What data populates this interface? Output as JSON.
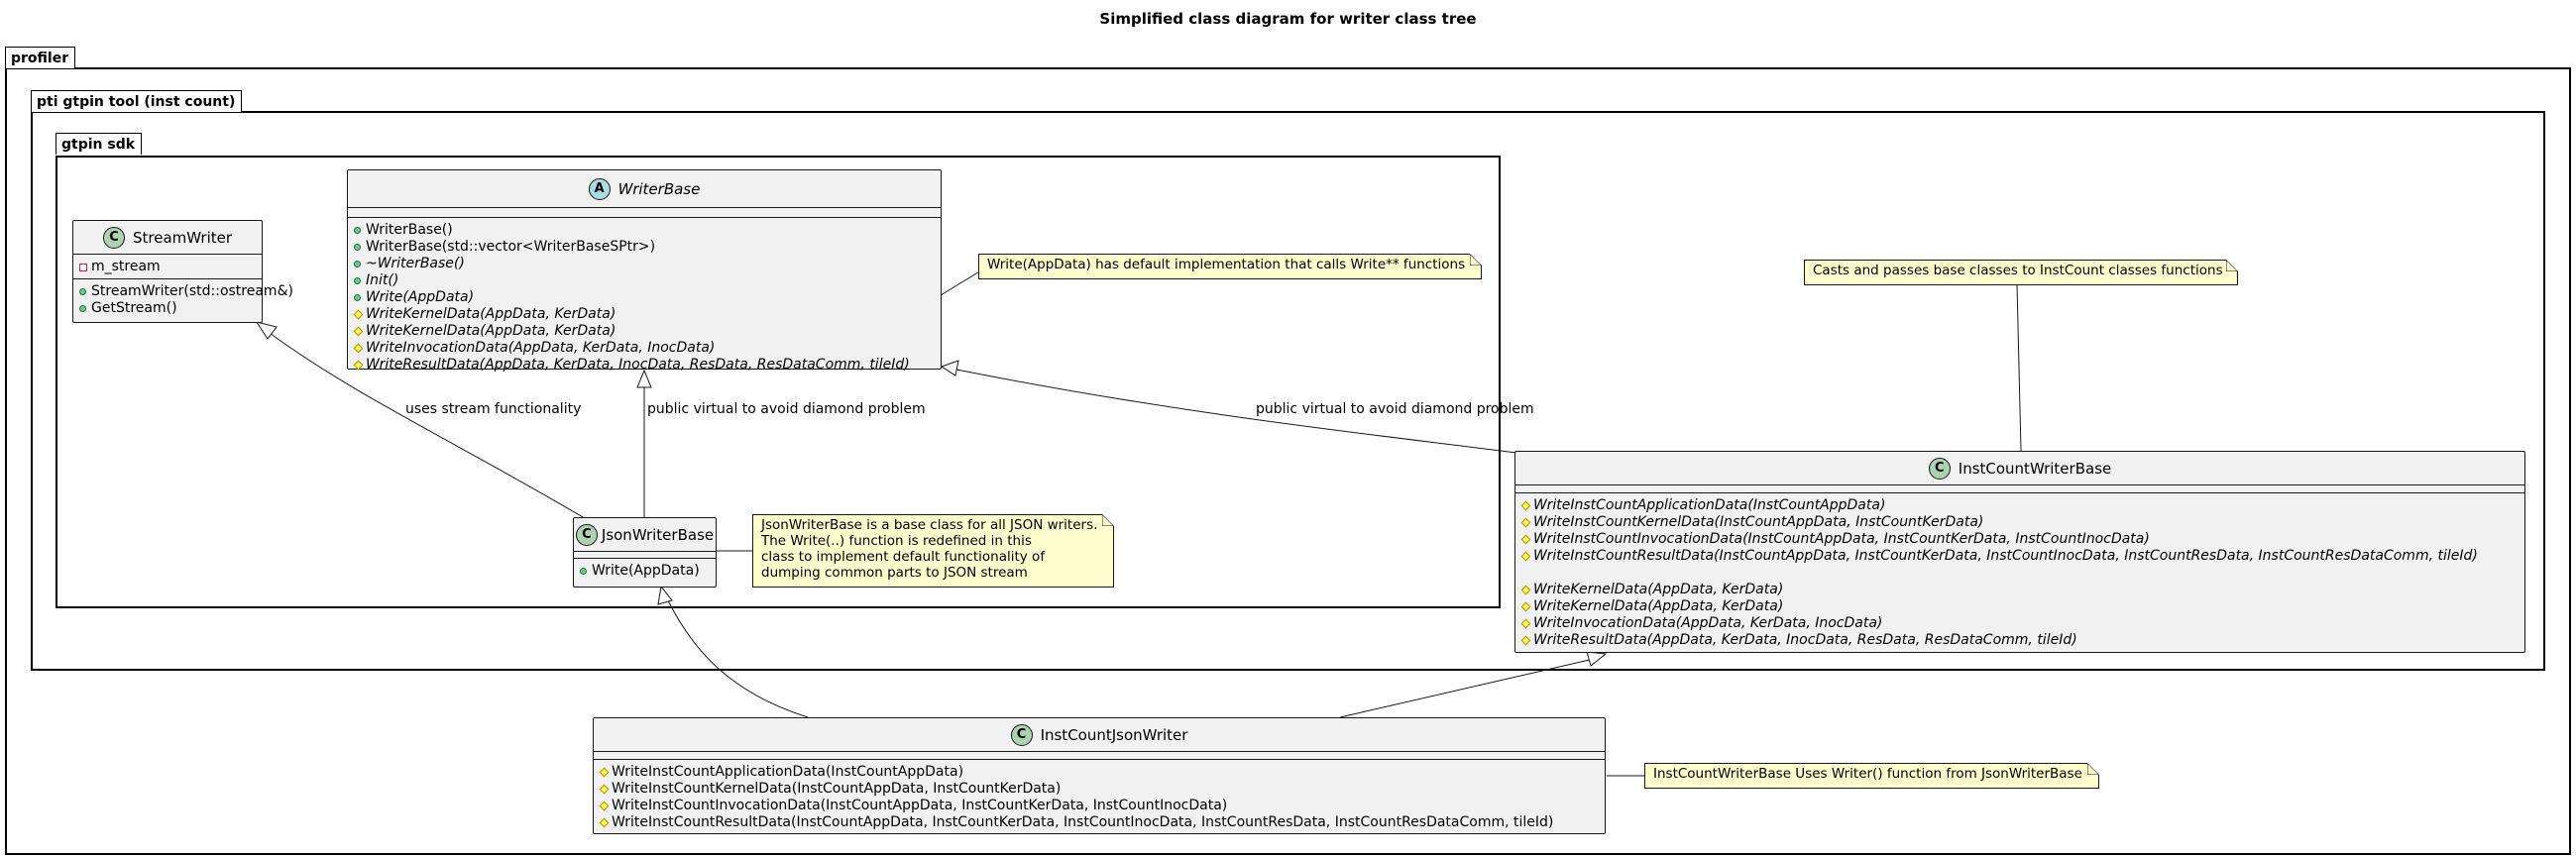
{
  "diagram": {
    "title": "Simplified class diagram for writer class tree",
    "packages": {
      "profiler": "profiler",
      "tool": "pti gtpin tool (inst count)",
      "sdk": "gtpin sdk"
    },
    "classes": {
      "stream_writer": {
        "name": "StreamWriter",
        "badge": "C",
        "fields": [
          {
            "vis": "private",
            "text": "m_stream"
          }
        ],
        "methods": [
          {
            "vis": "public",
            "text": "StreamWriter(std::ostream&)"
          },
          {
            "vis": "public",
            "text": "GetStream()"
          }
        ]
      },
      "writer_base": {
        "name": "WriterBase",
        "badge": "A",
        "methods": [
          {
            "vis": "public",
            "text": "WriterBase()",
            "italic": false
          },
          {
            "vis": "public",
            "text": "WriterBase(std::vector<WriterBaseSPtr>)",
            "italic": false
          },
          {
            "vis": "public",
            "text": "~WriterBase()",
            "italic": true
          },
          {
            "vis": "public",
            "text": "Init()",
            "italic": true
          },
          {
            "vis": "public",
            "text": "Write(AppData)",
            "italic": true
          },
          {
            "vis": "protected",
            "text": "WriteKernelData(AppData, KerData)",
            "italic": true
          },
          {
            "vis": "protected",
            "text": "WriteKernelData(AppData, KerData)",
            "italic": true
          },
          {
            "vis": "protected",
            "text": "WriteInvocationData(AppData, KerData, InocData)",
            "italic": true
          },
          {
            "vis": "protected",
            "text": "WriteResultData(AppData, KerData, InocData, ResData, ResDataComm, tileId)",
            "italic": true
          }
        ]
      },
      "json_writer_base": {
        "name": "JsonWriterBase",
        "badge": "C",
        "methods": [
          {
            "vis": "public",
            "text": "Write(AppData)"
          }
        ]
      },
      "inst_count_writer_base": {
        "name": "InstCountWriterBase",
        "badge": "C",
        "methods_a": [
          {
            "vis": "protected",
            "text": "WriteInstCountApplicationData(InstCountAppData)"
          },
          {
            "vis": "protected",
            "text": "WriteInstCountKernelData(InstCountAppData, InstCountKerData)"
          },
          {
            "vis": "protected",
            "text": "WriteInstCountInvocationData(InstCountAppData, InstCountKerData, InstCountInocData)"
          },
          {
            "vis": "protected",
            "text": "WriteInstCountResultData(InstCountAppData, InstCountKerData, InstCountInocData, InstCountResData, InstCountResDataComm, tileId)"
          }
        ],
        "methods_b": [
          {
            "vis": "protected",
            "text": "WriteKernelData(AppData, KerData)"
          },
          {
            "vis": "protected",
            "text": "WriteKernelData(AppData, KerData)"
          },
          {
            "vis": "protected",
            "text": "WriteInvocationData(AppData, KerData, InocData)"
          },
          {
            "vis": "protected",
            "text": "WriteResultData(AppData, KerData, InocData, ResData, ResDataComm, tileId)"
          }
        ]
      },
      "inst_count_json_writer": {
        "name": "InstCountJsonWriter",
        "badge": "C",
        "methods": [
          {
            "vis": "protected",
            "text": "WriteInstCountApplicationData(InstCountAppData)"
          },
          {
            "vis": "protected",
            "text": "WriteInstCountKernelData(InstCountAppData, InstCountKerData)"
          },
          {
            "vis": "protected",
            "text": "WriteInstCountInvocationData(InstCountAppData, InstCountKerData, InstCountInocData)"
          },
          {
            "vis": "protected",
            "text": "WriteInstCountResultData(InstCountAppData, InstCountKerData, InstCountInocData, InstCountResData, InstCountResDataComm, tileId)"
          }
        ]
      }
    },
    "notes": {
      "write_note": [
        "Write(AppData) has default implementation that calls Write** functions"
      ],
      "casts_note": [
        "Casts and passes base classes to InstCount classes functions"
      ],
      "json_note": [
        "JsonWriterBase is a base class for all JSON writers.",
        "The Write(..) function is redefined in this",
        "class to implement default functionality of",
        "dumping common parts to JSON stream"
      ],
      "uses_note": [
        "InstCountWriterBase Uses Writer() function from JsonWriterBase"
      ]
    },
    "edge_labels": {
      "uses_stream": "uses stream functionality",
      "virtual_json": "public virtual to avoid diamond problem",
      "virtual_inst": "public virtual to avoid diamond problem"
    },
    "colors": {
      "class_fill": "#f1f1f1",
      "note_fill": "#fefece",
      "badge_class": "#add1b2",
      "badge_abstract": "#a9dcdf",
      "line": "#181818"
    }
  }
}
